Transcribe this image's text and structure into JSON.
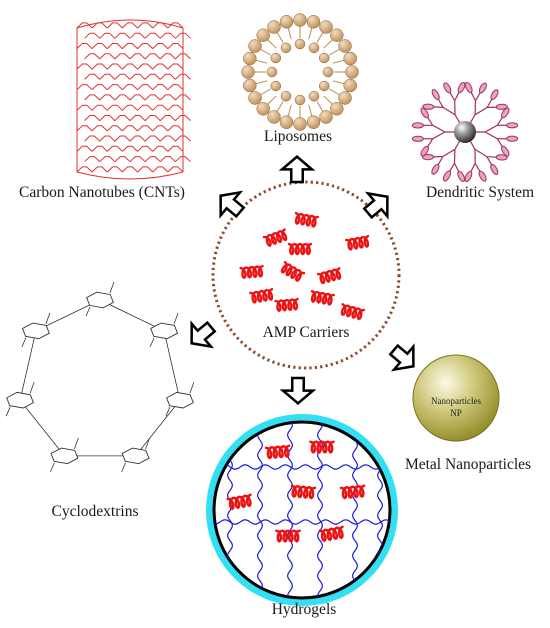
{
  "center": {
    "label": "AMP Carriers"
  },
  "carriers": {
    "cnt": "Carbon Nanotubes (CNTs)",
    "liposomes": "Liposomes",
    "dendritic": "Dendritic System",
    "cyclodextrins": "Cyclodextrins",
    "metal": "Metal Nanoparticles",
    "hydrogels": "Hydrogels"
  },
  "nanoparticle": {
    "line1": "Nanoparticles",
    "line2": "NP"
  },
  "colors": {
    "peptide": "#ee1111",
    "cnt": "#e23232",
    "liposome": "#b98a52",
    "dendrimer": "#a0305f",
    "hydrogel_ring": "#33dff3",
    "hydrogel_mesh": "#1c1cd8",
    "center_border": "#8b4a2b",
    "np_fill": "#a19a2c"
  }
}
